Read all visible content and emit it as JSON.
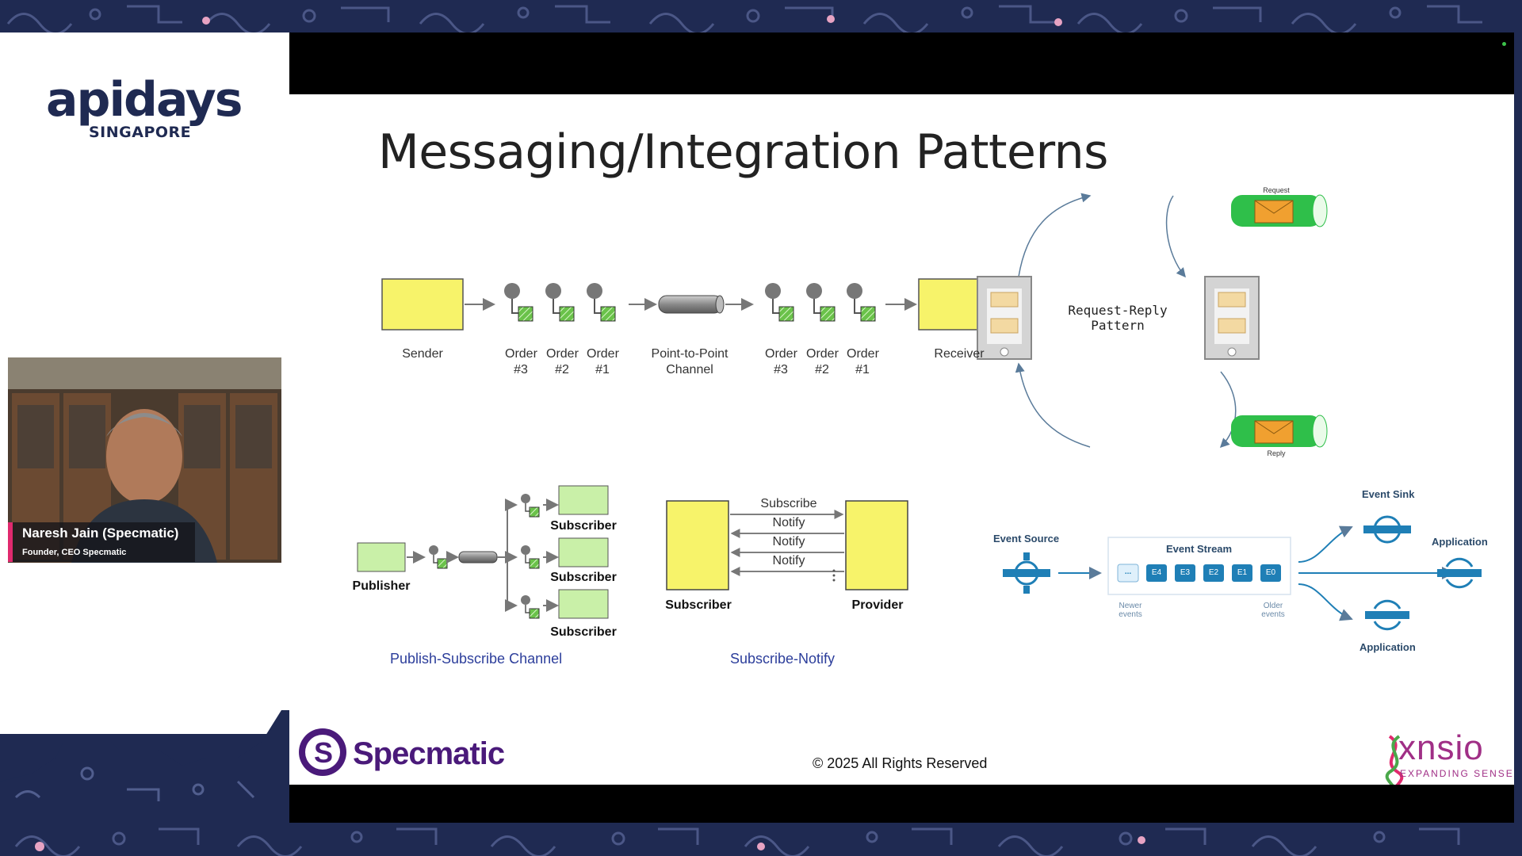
{
  "conference": {
    "logo_main": "apidays",
    "logo_sub": "SINGAPORE"
  },
  "speaker": {
    "name": "Naresh Jain (Specmatic)",
    "role": "Founder, CEO Specmatic"
  },
  "slide": {
    "title": "Messaging/Integration Patterns",
    "p2p": {
      "sender": "Sender",
      "receiver": "Receiver",
      "channel": "Point-to-Point\nChannel",
      "orders_left": [
        "Order\n#3",
        "Order\n#2",
        "Order\n#1"
      ],
      "orders_right": [
        "Order\n#3",
        "Order\n#2",
        "Order\n#1"
      ]
    },
    "request_reply": {
      "title": "Request-Reply\nPattern",
      "request": "Request",
      "reply": "Reply"
    },
    "pubsub": {
      "publisher": "Publisher",
      "subscribers": [
        "Subscriber",
        "Subscriber",
        "Subscriber"
      ],
      "caption": "Publish-Subscribe Channel"
    },
    "subscribe_notify": {
      "subscriber": "Subscriber",
      "provider": "Provider",
      "subscribe": "Subscribe",
      "notifications": [
        "Notify",
        "Notify",
        "Notify"
      ],
      "caption": "Subscribe-Notify"
    },
    "event_stream": {
      "source": "Event Source",
      "stream": "Event Stream",
      "sink": "Event Sink",
      "app_top": "Application",
      "app_bottom": "Application",
      "events": [
        "...",
        "E4",
        "E3",
        "E2",
        "E1",
        "E0"
      ],
      "newer": "Newer\nevents",
      "older": "Older\nevents"
    },
    "footer": {
      "copyright": "© 2025 All Rights Reserved",
      "brand_left": "Specmatic",
      "brand_right": "xnsio",
      "brand_right_sub": "EXPANDING SENSE"
    }
  },
  "colors": {
    "navy": "#1f2a52",
    "yellow": "#f7f36a",
    "green": "#9be07a",
    "accent_pink": "#e02a6e",
    "event_blue": "#1f7fb6"
  }
}
